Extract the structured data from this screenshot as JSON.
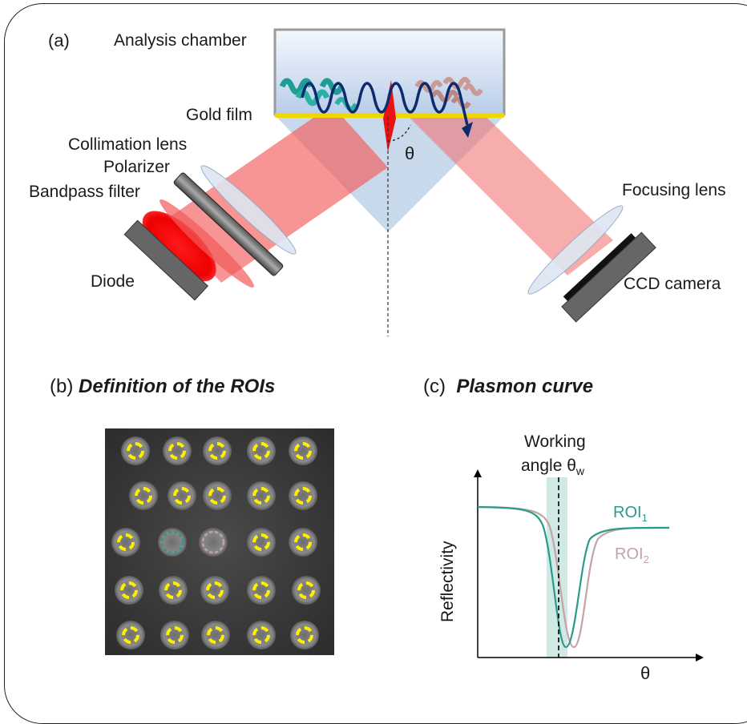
{
  "panel_a": {
    "tag": "(a)",
    "analysis_chamber": "Analysis chamber",
    "gold_film": "Gold film",
    "collimation_lens": "Collimation lens",
    "polarizer": "Polarizer",
    "bandpass_filter": "Bandpass filter",
    "diode": "Diode",
    "focusing_lens": "Focusing lens",
    "ccd_camera": "CCD camera",
    "theta": "θ"
  },
  "panel_b": {
    "tag": "(b)",
    "title": "Definition of the ROIs"
  },
  "panel_c": {
    "tag": "(c)",
    "title": "Plasmon curve",
    "working_line1": "Working",
    "working_line2": "angle θ",
    "working_sub": "w",
    "roi1": "ROI",
    "roi1_sub": "1",
    "roi2": "ROI",
    "roi2_sub": "2",
    "ylabel": "Reflectivity",
    "xlabel": "θ"
  },
  "colors": {
    "roi1": "#2a9a8a",
    "roi2": "#c4a3a6",
    "laser": "#f25a5a",
    "prism": "#b9cfe6",
    "gold": "#f2d600",
    "spot_ring": "#ffee00"
  }
}
